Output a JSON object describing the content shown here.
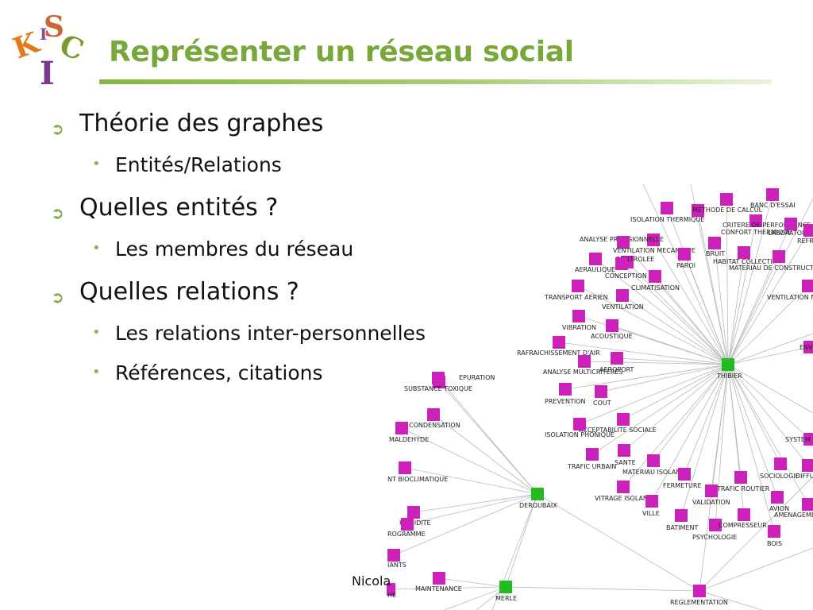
{
  "slide": {
    "title": "Représenter un réseau social",
    "footer_author": "Nicola",
    "bullets": [
      {
        "level": 1,
        "text": "Théorie des graphes"
      },
      {
        "level": 2,
        "text": "Entités/Relations"
      },
      {
        "level": 1,
        "text": "Quelles entités ?"
      },
      {
        "level": 2,
        "text": "Les membres du réseau"
      },
      {
        "level": 1,
        "text": "Quelles relations ?"
      },
      {
        "level": 2,
        "text": "Les relations inter-personnelles"
      },
      {
        "level": 2,
        "text": "Références, citations"
      }
    ],
    "logo_letters": [
      "S",
      "I",
      "K",
      "C",
      "I"
    ]
  },
  "network": {
    "colors": {
      "person": "#22bb22",
      "topic": "#cc22bb",
      "edge": "#b8b8b8",
      "bullet_level1": "#79a83a",
      "bullet_level2": "#8db55c",
      "title": "#79a83a"
    },
    "hubs": [
      "THIBIER",
      "DEROUBAIX",
      "MERLE",
      "REGLEMENTATION"
    ],
    "topics": [
      "BANC D'ESSAI",
      "METHODE DE CALCUL",
      "ISOLATION THERMIQUE",
      "CRITERE DE PERFORMANCE",
      "CONFORT THERMIQUE",
      "LABORATOIRE",
      "REFR",
      "ANALYSE PREVISIONNELLE",
      "BRUIT",
      "VENTILATION MECANIQUE",
      "CONTROLEE",
      "PAROI",
      "HABITAT COLLECTIF",
      "MATERIAU DE CONSTRUCTION",
      "AERAULIQUE",
      "CONCEPTION",
      "CLIMATISATION",
      "TRANSPORT AERIEN",
      "VENTILATION",
      "VENTILATION N",
      "VIBRATION",
      "ACOUSTIQUE",
      "RAFRAICHISSEMENT D'AIR",
      "ENV",
      "ANALYSE MULTICRITERES",
      "AEROPORT",
      "PREVENTION",
      "COUT",
      "ACCEPTABILITE SOCIALE",
      "ISOLATION PHONIQUE",
      "SYSTEM",
      "TRAFIC URBAIN",
      "SANTE",
      "MATERIAU ISOLANT",
      "SOCIOLOGIE",
      "DIFFU",
      "FERMETURE",
      "TRAFIC ROUTIER",
      "VITRAGE ISOLANT",
      "VALIDATION",
      "VILLE",
      "AVION",
      "AMENAGEMENT",
      "BATIMENT",
      "COMPRESSEUR",
      "PSYCHOLOGIE",
      "BOIS",
      "EPURATION",
      "SUBSTANCE TOXIQUE",
      "CONDENSATION",
      "MALDEHYDE",
      "NT BIOCLIMATIQUE",
      "HUMIDITE",
      "ROGRAMME",
      "IANTS",
      "MAINTENANCE",
      "HE"
    ]
  }
}
